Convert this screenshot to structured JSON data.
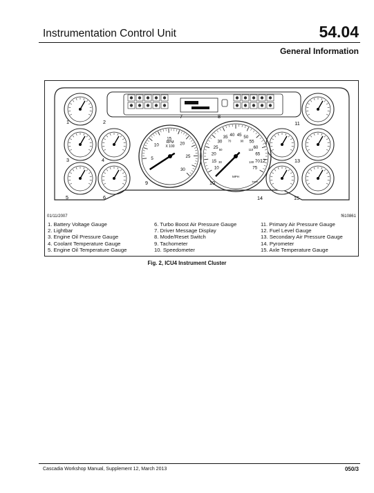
{
  "header": {
    "title": "Instrumentation Control Unit",
    "section_number": "54.04",
    "subtitle": "General Information"
  },
  "figure": {
    "date": "01/11/2007",
    "figure_id": "f610861",
    "callouts": [
      "1",
      "2",
      "3",
      "4",
      "5",
      "6",
      "7",
      "8",
      "9",
      "10",
      "11",
      "12",
      "13",
      "14",
      "15"
    ],
    "tach_labels": {
      "rpm": "RPM",
      "x100": "X 100",
      "ticks": [
        "5",
        "10",
        "15",
        "20",
        "25",
        "30"
      ]
    },
    "speedo_labels": {
      "unit": "MPH",
      "kmh": "km/h",
      "ticks": [
        "10",
        "15",
        "20",
        "25",
        "30",
        "35",
        "40",
        "45",
        "50",
        "55",
        "60",
        "65",
        "70",
        "75"
      ],
      "inner": [
        "30",
        "50",
        "70",
        "90",
        "110",
        "130"
      ]
    },
    "legend": [
      [
        "1.  Battery Voltage Gauge",
        "2.  Lightbar",
        "3.  Engine Oil Pressure Gauge",
        "4.  Coolant Temperature Gauge",
        "5.  Engine Oil Temperature Gauge"
      ],
      [
        "6.  Turbo Boost Air Pressure Gauge",
        "7.  Driver Message Display",
        "8.  Mode/Reset Switch",
        "9.  Tachometer",
        "10. Speedometer"
      ],
      [
        "11. Primary Air Pressure Gauge",
        "12. Fuel Level Gauge",
        "13. Secondary Air Pressure Gauge",
        "14. Pyrometer",
        "15. Axle Temperature Gauge"
      ]
    ],
    "caption": "Fig. 2, ICU4 Instrument Cluster"
  },
  "footer": {
    "left": "Cascadia Workshop Manual, Supplement 12, March 2013",
    "page": "050/3"
  }
}
